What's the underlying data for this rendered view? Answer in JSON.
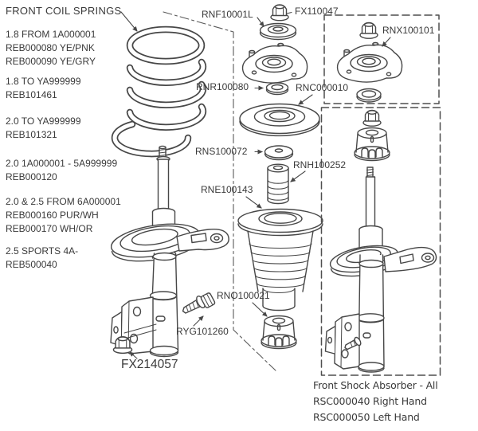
{
  "left_column": {
    "heading": "FRONT COIL SPRINGS",
    "entries": [
      {
        "lines": [
          "1.8 FROM 1A000001",
          "REB000080 YE/PNK",
          "REB000090 YE/GRY"
        ]
      },
      {
        "lines": [
          "1.8 TO YA999999",
          "REB101461"
        ]
      },
      {
        "lines": [
          "2.0 TO YA999999",
          "REB101321"
        ]
      },
      {
        "lines": [
          "2.0 1A000001 - 5A999999",
          "REB000120"
        ]
      },
      {
        "lines": [
          "2.0 & 2.5 FROM 6A000001",
          "REB000160 PUR/WH",
          "REB000170 WH/OR"
        ]
      },
      {
        "lines": [
          "2.5 SPORTS 4A-",
          "REB500040"
        ]
      }
    ]
  },
  "part_labels": {
    "rnf10001l": "RNF10001L",
    "fx110047": "FX110047",
    "rnx100101": "RNX100101",
    "rnr100080": "RNR100080",
    "rnc000010": "RNC000010",
    "rns100072": "RNS100072",
    "rnh100252": "RNH100252",
    "rne100143": "RNE100143",
    "rno100021": "RNO100021",
    "ryg101260": "RYG101260",
    "fx214057": "FX214057"
  },
  "footer_note": {
    "lines": [
      "Front Shock Absorber - All",
      "RSC000040 Right Hand",
      "RSC000050 Left Hand"
    ]
  },
  "colors": {
    "text": "#3a3a3a",
    "line": "#474747",
    "background": "#ffffff"
  }
}
